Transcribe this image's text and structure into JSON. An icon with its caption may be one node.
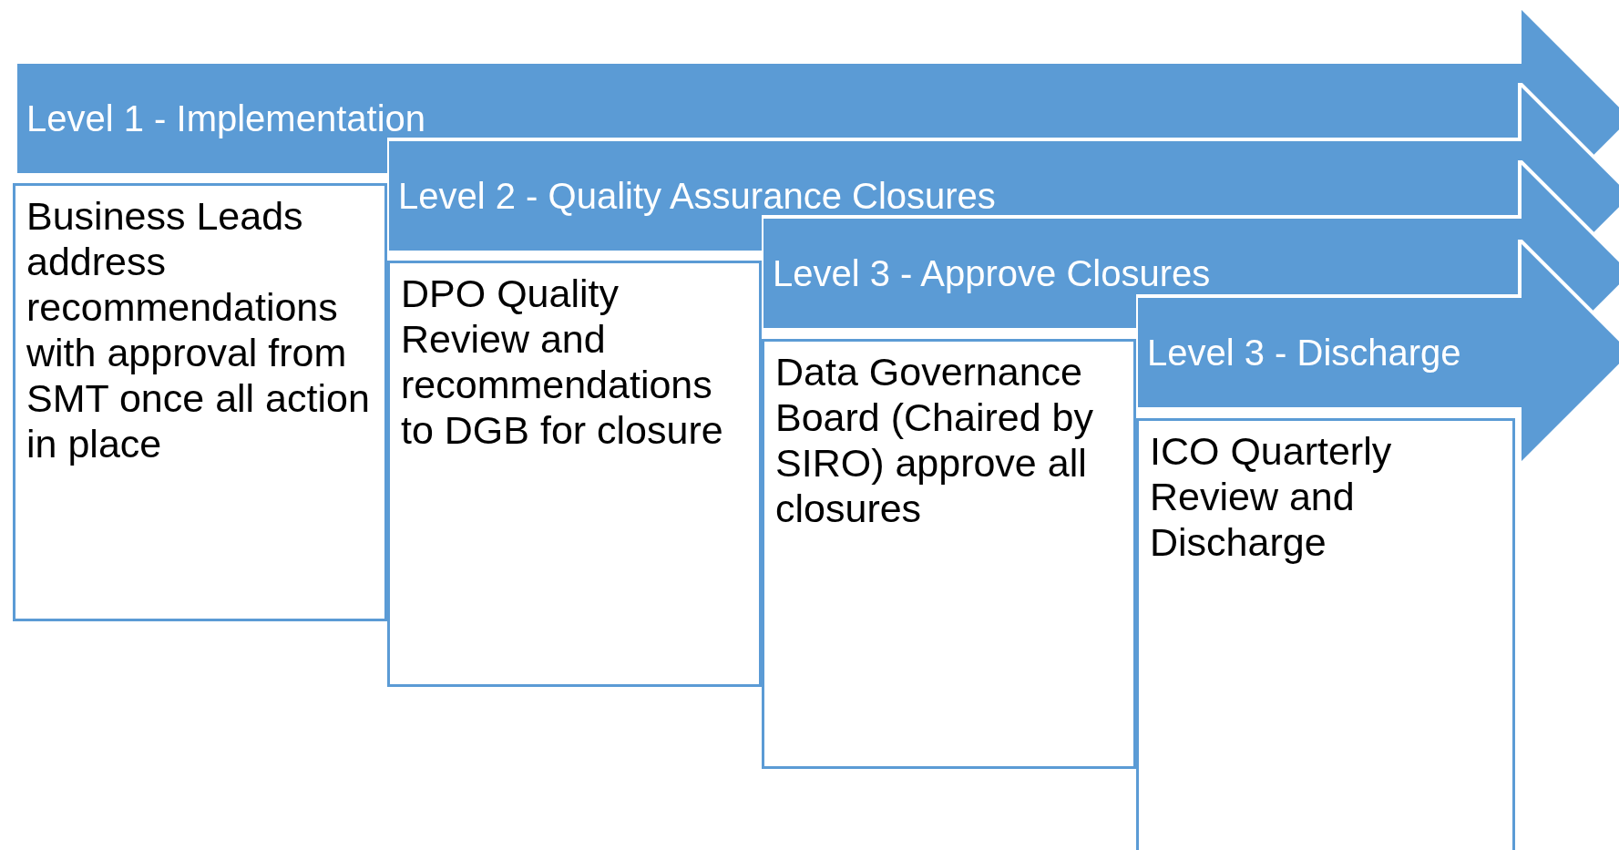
{
  "diagram": {
    "nodes": [
      {
        "text": [
          "Level 1 - Implementation"
        ]
      },
      {
        "text": [
          "Business Leads address recommendations with approval from SMT once all action in place"
        ]
      },
      {
        "text": [
          "Level 2 - Quality Assurance Closures"
        ]
      },
      {
        "text": [
          "DPO Quality Review and recommendations to DGB for closure"
        ]
      },
      {
        "text": [
          "Level 3 - Approve Closures"
        ]
      },
      {
        "text": [
          "Data Governance Board (Chaired by SIRO) approve all closures"
        ]
      },
      {
        "text": [
          "Level 3 - Discharge"
        ]
      },
      {
        "text": [
          "ICO Quarterly Review and Discharge"
        ]
      }
    ]
  }
}
